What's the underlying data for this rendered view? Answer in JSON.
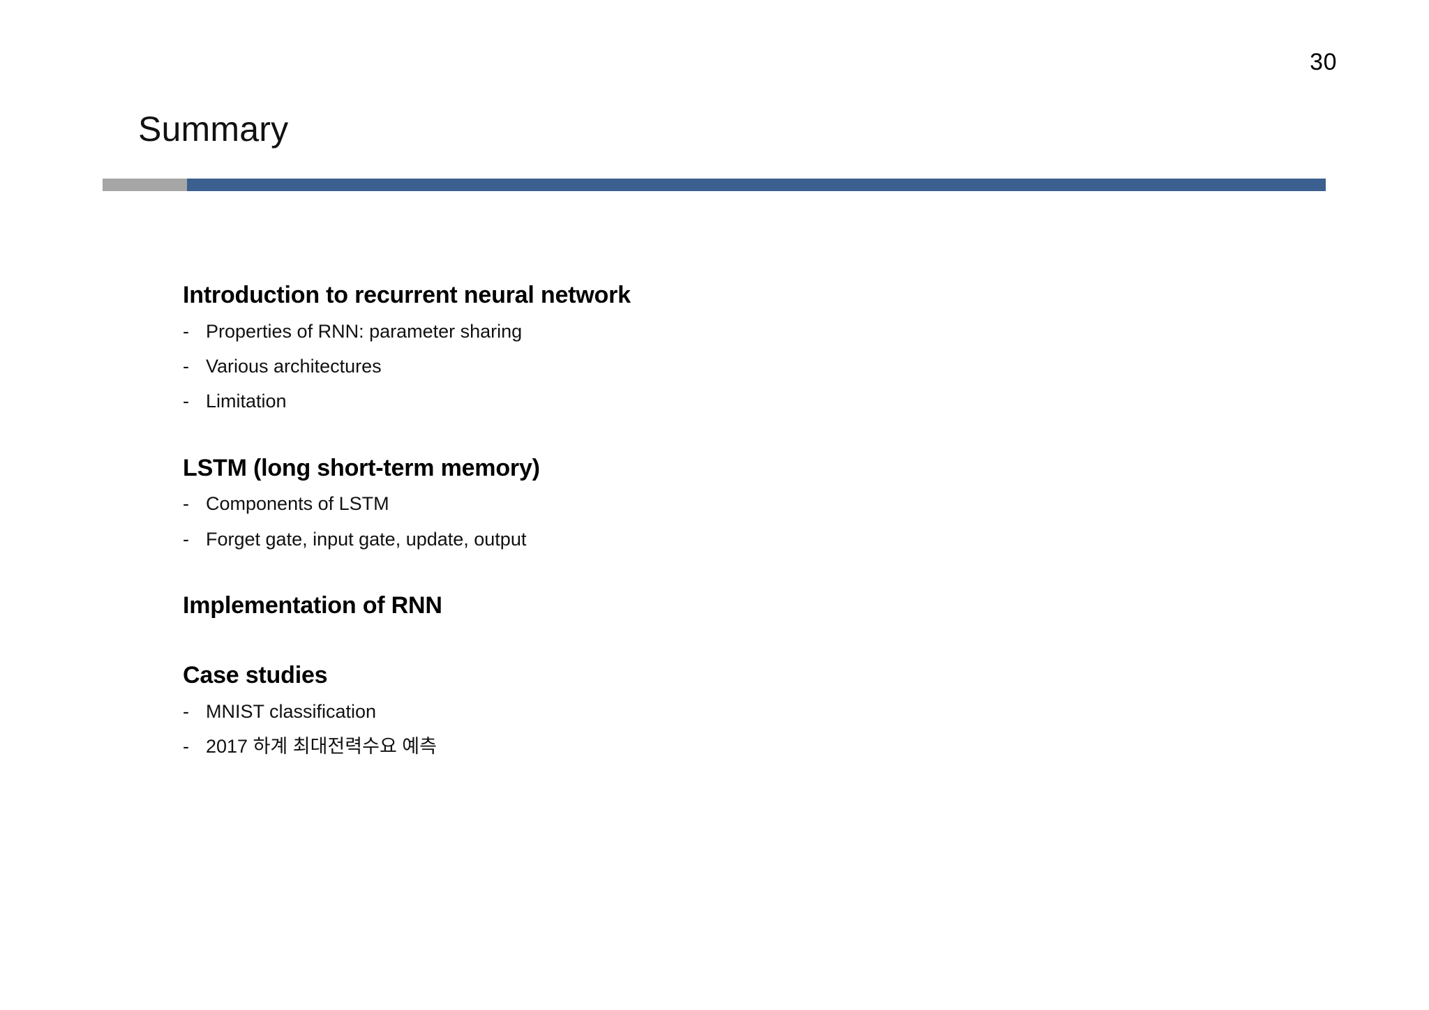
{
  "slide": {
    "page_number": "30",
    "title": "Summary",
    "accent_gray": "#a6a6a6",
    "accent_blue": "#3b5f8f",
    "background": "#ffffff",
    "text_color": "#000000"
  },
  "sections": [
    {
      "heading": "Introduction to recurrent neural network",
      "bullets": [
        {
          "marker": "-",
          "text": "Properties of RNN: parameter sharing"
        },
        {
          "marker": "-",
          "text": "Various architectures"
        },
        {
          "marker": "-",
          "text": "Limitation"
        }
      ]
    },
    {
      "heading": "LSTM (long short-term memory)",
      "bullets": [
        {
          "marker": "-",
          "text": "Components of LSTM"
        },
        {
          "marker": "-",
          "text": "Forget gate, input gate, update, output"
        }
      ]
    },
    {
      "heading": "Implementation of RNN",
      "bullets": []
    },
    {
      "heading": "Case studies",
      "bullets": [
        {
          "marker": "-",
          "text": "MNIST classification"
        },
        {
          "marker": "-",
          "text": "2017 하계 최대전력수요 예측"
        }
      ]
    }
  ]
}
